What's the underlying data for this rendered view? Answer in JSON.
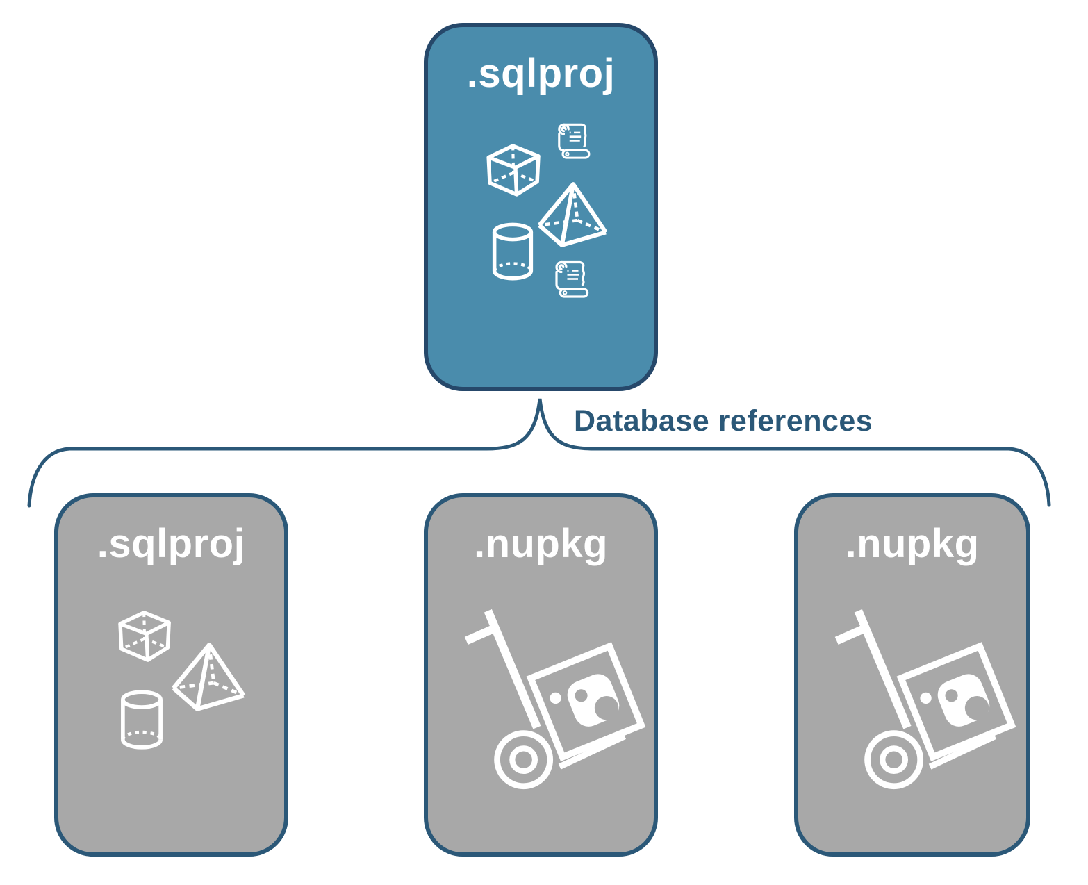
{
  "diagram": {
    "label": "Database references",
    "colors": {
      "root_fill": "#4A8CAC",
      "root_border": "#26486A",
      "ref_fill": "#A8A8A8",
      "ref_border": "#2B5878",
      "connector": "#2B5878",
      "label_text": "#2B5878",
      "icon_stroke": "#FFFFFF",
      "title_text": "#FFFFFF"
    },
    "nodes": [
      {
        "id": "root",
        "title": ".sqlproj",
        "variant": "blue",
        "icons": [
          "scroll-icon",
          "cube-icon",
          "pyramid-icon",
          "cylinder-icon",
          "scroll-icon"
        ]
      },
      {
        "id": "ref1",
        "title": ".sqlproj",
        "variant": "gray",
        "icons": [
          "cube-icon",
          "pyramid-icon",
          "cylinder-icon"
        ]
      },
      {
        "id": "ref2",
        "title": ".nupkg",
        "variant": "gray",
        "icons": [
          "hand-truck-package-icon"
        ]
      },
      {
        "id": "ref3",
        "title": ".nupkg",
        "variant": "gray",
        "icons": [
          "hand-truck-package-icon"
        ]
      }
    ]
  }
}
